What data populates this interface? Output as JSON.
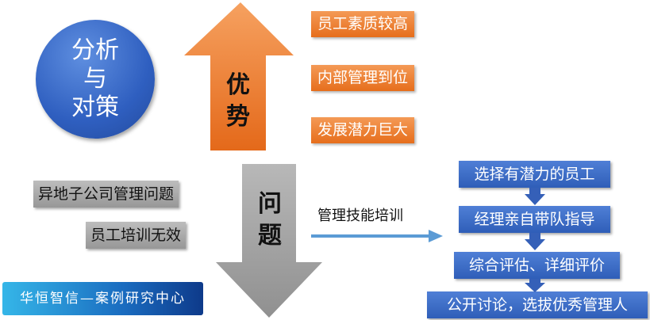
{
  "center": {
    "lines": [
      "分析",
      "与",
      "对策"
    ]
  },
  "strengths": {
    "label": "优势",
    "items": [
      "员工素质较高",
      "内部管理到位",
      "发展潜力巨大"
    ]
  },
  "problems": {
    "label": "问题",
    "items": [
      "异地子公司管理问题",
      "员工培训无效"
    ]
  },
  "solution": {
    "label": "管理技能培训",
    "steps": [
      "选择有潜力的员工",
      "经理亲自带队指导",
      "综合评估、详细评价",
      "公开讨论，选拔优秀管理人"
    ]
  },
  "logo": {
    "text": "华恒智信—案例研究中心"
  },
  "colors": {
    "orange": "#e97524",
    "gray": "#a0a0a0",
    "blue": "#3a68c4",
    "arrow": "#5b9bd5"
  }
}
